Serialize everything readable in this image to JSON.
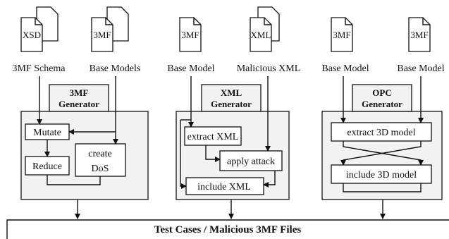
{
  "inputs": {
    "in1": {
      "doc_label": "XSD",
      "caption": "3MF Schema"
    },
    "in2": {
      "doc_label": "3MF",
      "caption": "Base Models"
    },
    "in3": {
      "doc_label": "3MF",
      "caption": "Base Model"
    },
    "in4": {
      "doc_label": "XML",
      "caption": "Malicious XML"
    },
    "in5": {
      "doc_label": "3MF",
      "caption": "Base Model"
    },
    "in6": {
      "doc_label": "3MF",
      "caption": "Base Model"
    }
  },
  "generators": {
    "g1": {
      "title_1": "3MF",
      "title_2": "Generator",
      "mutate": "Mutate",
      "reduce": "Reduce",
      "create_1": "create",
      "create_2": "DoS"
    },
    "g2": {
      "title_1": "XML",
      "title_2": "Generator",
      "extract": "extract XML",
      "apply": "apply attack",
      "include": "include XML"
    },
    "g3": {
      "title_1": "OPC",
      "title_2": "Generator",
      "extract": "extract 3D model",
      "include": "include 3D model"
    }
  },
  "output": {
    "label": "Test Cases / Malicious 3MF Files"
  }
}
